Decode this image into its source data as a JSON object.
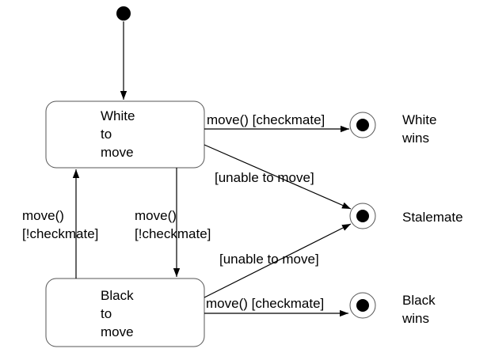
{
  "states": {
    "white_to_move": [
      "White",
      "to",
      "move"
    ],
    "black_to_move": [
      "Black",
      "to",
      "move"
    ]
  },
  "final_states": {
    "white_wins": [
      "White",
      "wins"
    ],
    "stalemate": [
      "Stalemate"
    ],
    "black_wins": [
      "Black",
      "wins"
    ]
  },
  "transitions": {
    "white_checkmate": "move() [checkmate]",
    "white_unable": "[unable to move]",
    "white_to_black": [
      "move()",
      "[!checkmate]"
    ],
    "black_to_white": [
      "move()",
      "[!checkmate]"
    ],
    "black_unable": "[unable to move]",
    "black_checkmate": "move() [checkmate]"
  },
  "colors": {
    "line": "#000000",
    "state_border": "#555555",
    "background": "#ffffff"
  }
}
